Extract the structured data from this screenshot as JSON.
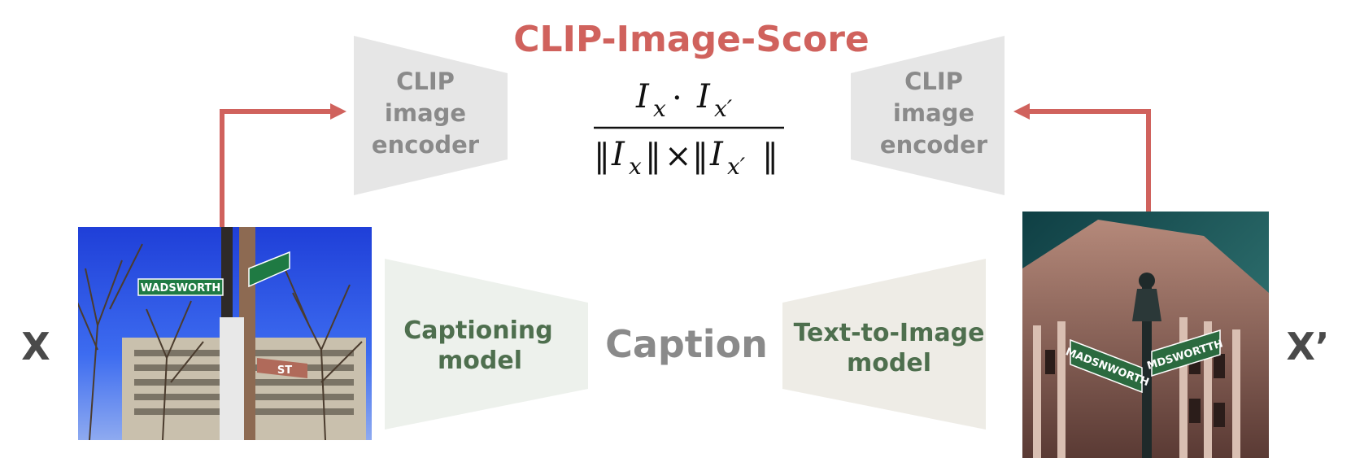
{
  "title": "CLIP-Image-Score",
  "encoder_left": {
    "lines": [
      "CLIP",
      "image",
      "encoder"
    ]
  },
  "encoder_right": {
    "lines": [
      "CLIP",
      "image",
      "encoder"
    ]
  },
  "captioning_model": {
    "lines": [
      "Captioning",
      "model"
    ]
  },
  "t2i_model": {
    "lines": [
      "Text-to-Image",
      "model"
    ]
  },
  "caption_label": "Caption",
  "input_label": "X",
  "output_label": "X’",
  "formula": {
    "num_I1": "I",
    "num_sub1": "x",
    "num_dot": "·",
    "num_I2": "I",
    "num_sub2": "x′",
    "den_norm_open1": "‖",
    "den_I1": "I",
    "den_sub1": "x",
    "den_norm_close1": "‖",
    "den_times": "×",
    "den_norm_open2": "‖",
    "den_I2": "I",
    "den_sub2": "x′",
    "den_norm_close2": "‖"
  },
  "photo_left_signs": {
    "sign1": "WADSWORTH",
    "sign2": "ST"
  },
  "photo_right_signs": {
    "sign1": "MADSNWORTH",
    "sign2": "MDSWORTTH"
  },
  "colors": {
    "accent": "#d0625d",
    "encoder_fill": "#e6e6e6",
    "captioning_fill": "#edf1ec",
    "t2i_fill": "#eeece6",
    "model_text": "#4e6f4e",
    "gray_text": "#8a8a8a"
  }
}
